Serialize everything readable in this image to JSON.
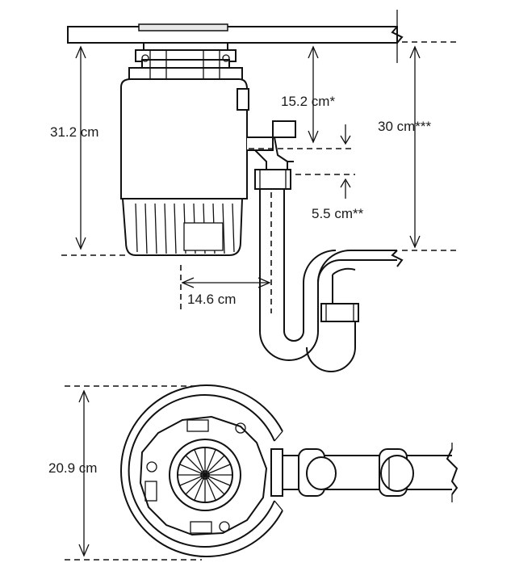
{
  "colors": {
    "line": "#111111",
    "background": "#ffffff"
  },
  "dimensions": {
    "overall_height": "31.2 cm",
    "inlet_to_outlet_top": "15.2 cm*",
    "outlet_to_trap": "30 cm***",
    "outlet_pipe": "5.5 cm**",
    "outlet_offset": "14.6 cm",
    "top_width": "20.9 cm"
  }
}
